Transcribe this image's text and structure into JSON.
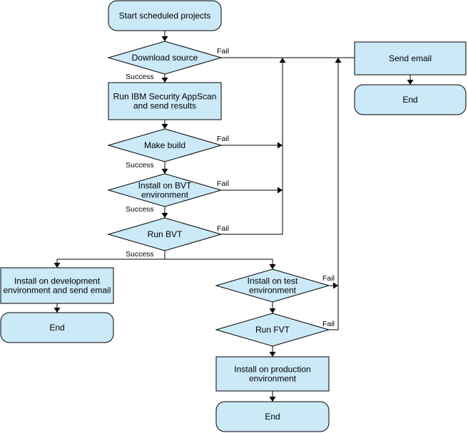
{
  "nodes": {
    "start": {
      "shape": "terminal",
      "lines": [
        "Start scheduled projects"
      ]
    },
    "download": {
      "shape": "decision",
      "lines": [
        "Download source"
      ]
    },
    "appscan": {
      "shape": "process",
      "lines": [
        "Run IBM Security AppScan",
        "and send results"
      ]
    },
    "make_build": {
      "shape": "decision",
      "lines": [
        "Make build"
      ]
    },
    "install_bvt": {
      "shape": "decision",
      "lines": [
        "Install on BVT",
        "environment"
      ]
    },
    "run_bvt": {
      "shape": "decision",
      "lines": [
        "Run BVT"
      ]
    },
    "install_dev": {
      "shape": "process",
      "lines": [
        "Install on development",
        "environment and send email"
      ]
    },
    "end_dev": {
      "shape": "terminal",
      "lines": [
        "End"
      ]
    },
    "install_test": {
      "shape": "decision",
      "lines": [
        "Install on test",
        "environment"
      ]
    },
    "run_fvt": {
      "shape": "decision",
      "lines": [
        "Run FVT"
      ]
    },
    "install_prod": {
      "shape": "process",
      "lines": [
        "Install on production",
        "environment"
      ]
    },
    "end_prod": {
      "shape": "terminal",
      "lines": [
        "End"
      ]
    },
    "send_email": {
      "shape": "process",
      "lines": [
        "Send email"
      ]
    },
    "end_email": {
      "shape": "terminal",
      "lines": [
        "End"
      ]
    }
  },
  "edges": {
    "download_fail": "Fail",
    "download_success": "Success",
    "make_build_fail": "Fail",
    "make_build_success": "Success",
    "install_bvt_fail": "Fail",
    "install_bvt_success": "Success",
    "run_bvt_fail": "Fail",
    "run_bvt_success": "Success",
    "install_test_fail": "Fail",
    "run_fvt_fail": "Fail"
  },
  "colors": {
    "node_fill": "#cce9f7",
    "stroke": "#000000"
  }
}
